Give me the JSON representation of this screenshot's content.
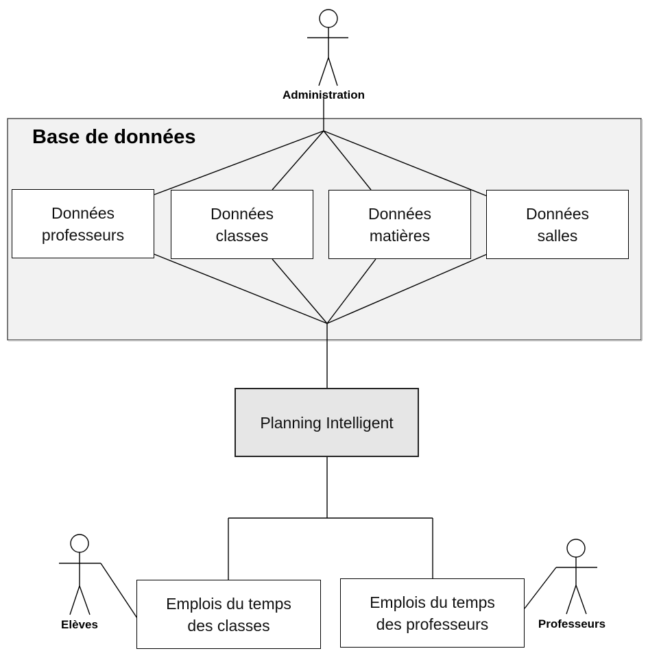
{
  "database": {
    "title": "Base de données"
  },
  "data_boxes": [
    {
      "line1": "Données",
      "line2": "professeurs"
    },
    {
      "line1": "Données",
      "line2": "classes"
    },
    {
      "line1": "Données",
      "line2": "matières"
    },
    {
      "line1": "Données",
      "line2": "salles"
    }
  ],
  "planner": {
    "label": "Planning Intelligent"
  },
  "outputs": [
    {
      "line1": "Emplois du temps",
      "line2": "des classes"
    },
    {
      "line1": "Emplois du temps",
      "line2": "des professeurs"
    }
  ],
  "actors": {
    "administration": "Administration",
    "eleves": "Elèves",
    "professeurs": "Professeurs"
  },
  "colors": {
    "database_fill": "#f2f2f2",
    "planner_fill": "#e6e6e6",
    "stroke": "#000000"
  }
}
